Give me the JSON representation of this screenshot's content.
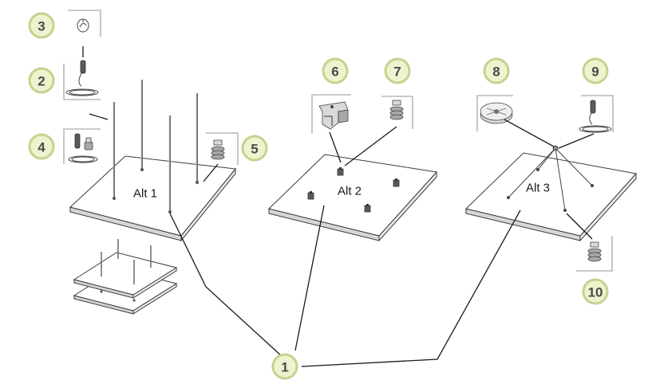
{
  "diagram": {
    "callouts": [
      {
        "id": "badge-1",
        "label": "1"
      },
      {
        "id": "badge-2",
        "label": "2"
      },
      {
        "id": "badge-3",
        "label": "3"
      },
      {
        "id": "badge-4",
        "label": "4"
      },
      {
        "id": "badge-5",
        "label": "5"
      },
      {
        "id": "badge-6",
        "label": "6"
      },
      {
        "id": "badge-7",
        "label": "7"
      },
      {
        "id": "badge-8",
        "label": "8"
      },
      {
        "id": "badge-9",
        "label": "9"
      },
      {
        "id": "badge-10",
        "label": "10"
      }
    ],
    "panel_labels": {
      "alt1": "Alt 1",
      "alt2": "Alt 2",
      "alt3": "Alt 3"
    }
  },
  "colors": {
    "badge_fill": "#eef3cf",
    "badge_border": "#c3d38e",
    "badge_text": "#4a4a4a",
    "leader": "#1a1a1a"
  },
  "icons": [
    "ceiling-hook-icon",
    "wire-suspension-icon",
    "wire-kit-icon",
    "spring-clip-icon",
    "grid-clamp-icon",
    "round-ceiling-plate-icon"
  ]
}
